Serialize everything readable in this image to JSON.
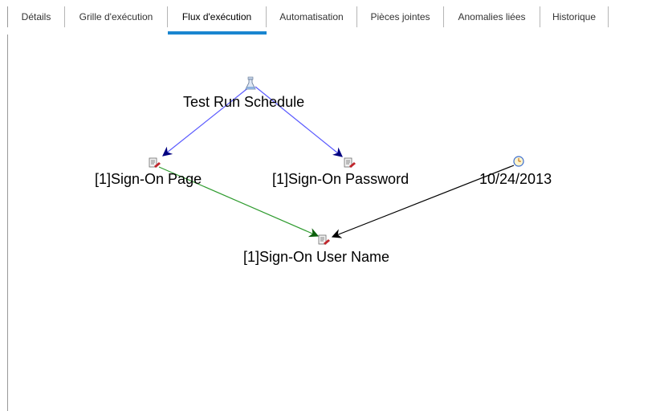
{
  "tabs": [
    {
      "label": "Détails"
    },
    {
      "label": "Grille d'exécution"
    },
    {
      "label": "Flux d'exécution"
    },
    {
      "label": "Automatisation"
    },
    {
      "label": "Pièces jointes"
    },
    {
      "label": "Anomalies liées"
    },
    {
      "label": "Historique"
    }
  ],
  "active_tab": "Flux d'exécution",
  "flow": {
    "nodes": {
      "root": {
        "label": "Test Run Schedule",
        "icon": "test-run-schedule-icon"
      },
      "signon_page": {
        "label": "[1]Sign-On Page",
        "icon": "test-instance-icon"
      },
      "signon_password": {
        "label": "[1]Sign-On Password",
        "icon": "test-instance-icon"
      },
      "date": {
        "label": "10/24/2013",
        "icon": "clock-icon"
      },
      "signon_username": {
        "label": "[1]Sign-On User Name",
        "icon": "test-instance-icon"
      }
    },
    "edges": [
      {
        "from": "root",
        "to": "signon_page",
        "color": "#5a5aff",
        "arrow_color": "#000080"
      },
      {
        "from": "root",
        "to": "signon_password",
        "color": "#5a5aff",
        "arrow_color": "#000080"
      },
      {
        "from": "signon_page",
        "to": "signon_username",
        "color": "#2e9b2e",
        "arrow_color": "#0b5e0b"
      },
      {
        "from": "date",
        "to": "signon_username",
        "color": "#000000",
        "arrow_color": "#000000"
      }
    ]
  },
  "colors": {
    "active_tab_underline": "#1a86d0"
  }
}
